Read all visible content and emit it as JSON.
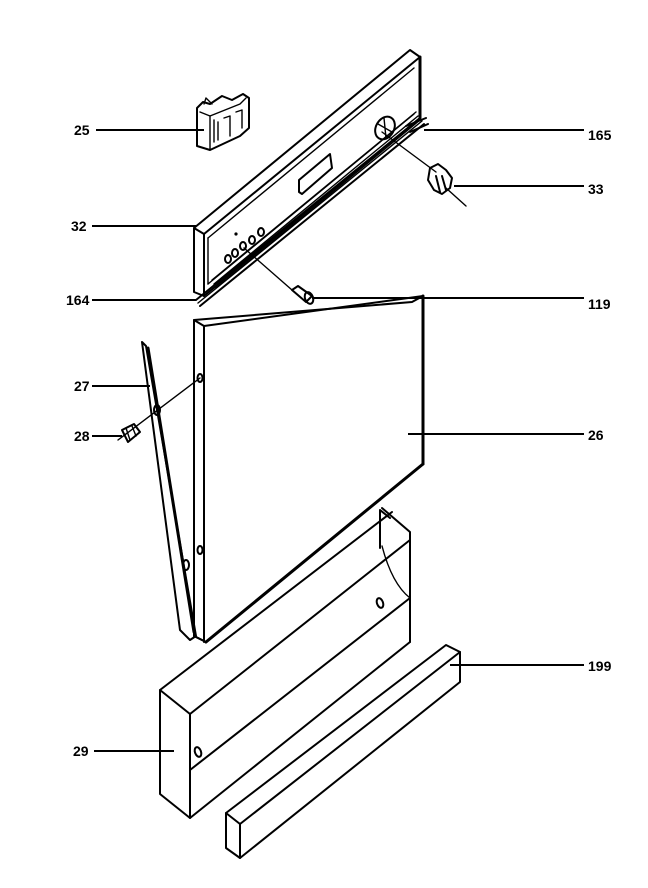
{
  "title": "Dishwasher door exploded parts view",
  "colors": {
    "ink": "#000000",
    "background": "#ffffff"
  },
  "callouts": [
    {
      "id": "25",
      "label": "25",
      "part": "door-latch",
      "side": "left"
    },
    {
      "id": "32",
      "label": "32",
      "part": "control-panel",
      "side": "left"
    },
    {
      "id": "164",
      "label": "164",
      "part": "panel-trim-strip",
      "side": "left"
    },
    {
      "id": "27",
      "label": "27",
      "part": "side-trim",
      "side": "left"
    },
    {
      "id": "28",
      "label": "28",
      "part": "screw",
      "side": "left"
    },
    {
      "id": "29",
      "label": "29",
      "part": "kick-plate",
      "side": "left"
    },
    {
      "id": "165",
      "label": "165",
      "part": "panel-seal",
      "side": "right"
    },
    {
      "id": "33",
      "label": "33",
      "part": "knob",
      "side": "right"
    },
    {
      "id": "119",
      "label": "119",
      "part": "push-button",
      "side": "right"
    },
    {
      "id": "26",
      "label": "26",
      "part": "outer-door-panel",
      "side": "right"
    },
    {
      "id": "199",
      "label": "199",
      "part": "toe-strip",
      "side": "right"
    }
  ]
}
